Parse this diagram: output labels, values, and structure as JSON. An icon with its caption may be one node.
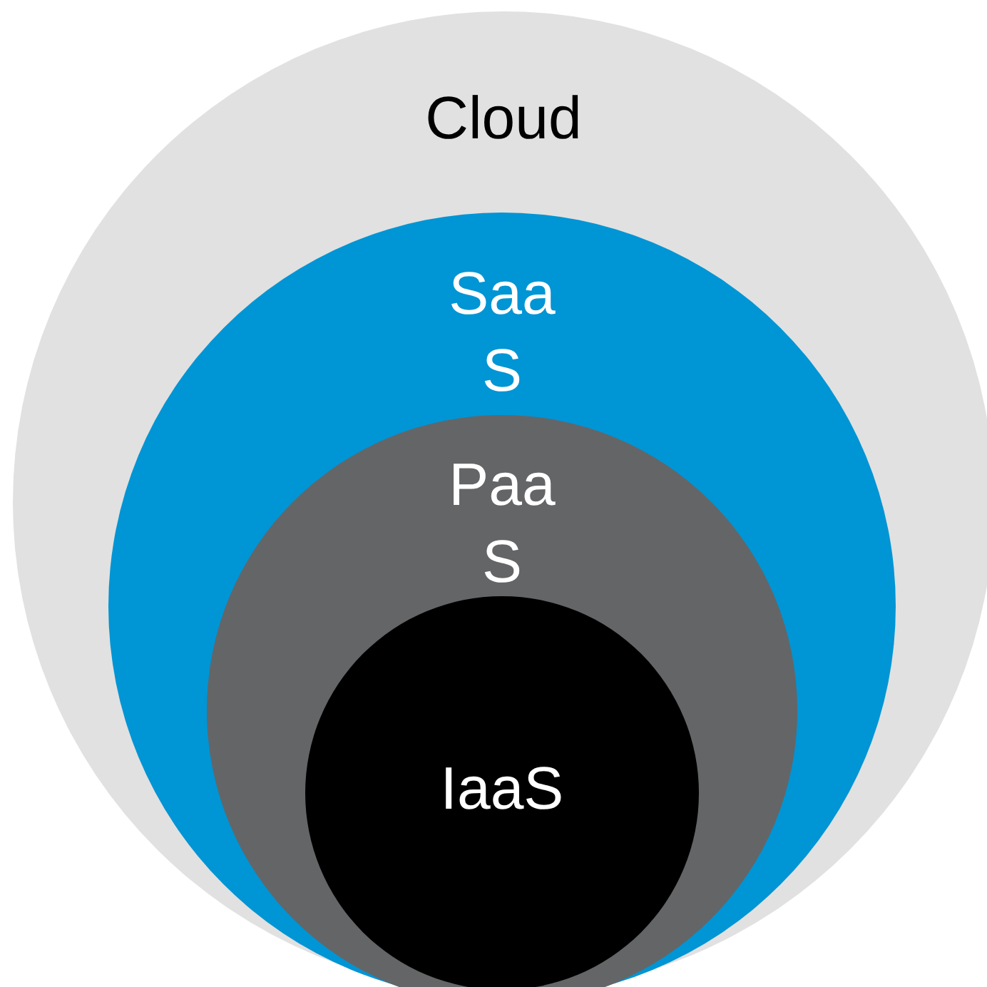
{
  "diagram": {
    "nodes": [
      {
        "text": [
          "Cloud"
        ]
      },
      {
        "text": [
          "SaaS"
        ],
        "in": 0
      },
      {
        "text": [
          "PaaS"
        ],
        "in": 1
      },
      {
        "text": [
          "IaaS"
        ],
        "in": 2
      }
    ]
  }
}
